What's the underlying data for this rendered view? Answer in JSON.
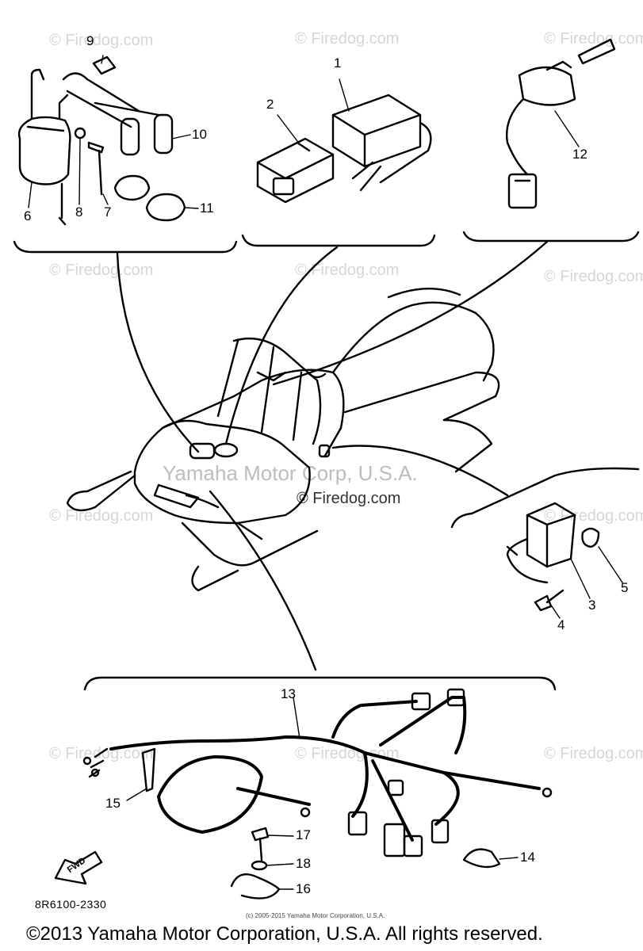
{
  "watermark": {
    "text": "© Firedog.com",
    "center_text": "© Firedog.com",
    "mid_text": "Yamaha Motor Corp, U.S.A."
  },
  "callouts": {
    "c1": "1",
    "c2": "2",
    "c3": "3",
    "c4": "4",
    "c5": "5",
    "c6": "6",
    "c7": "7",
    "c8": "8",
    "c9": "9",
    "c10": "10",
    "c11": "11",
    "c12": "12",
    "c13": "13",
    "c14": "14",
    "c15": "15",
    "c16": "16",
    "c17": "17",
    "c18": "18"
  },
  "fwd_label": "FWD",
  "diagram_code": "8R6100-2330",
  "small_copyright": "(c) 2005-2015 Yamaha Motor Corporation, U.S.A.",
  "copyright": "©2013 Yamaha Motor Corporation, U.S.A. All rights reserved."
}
